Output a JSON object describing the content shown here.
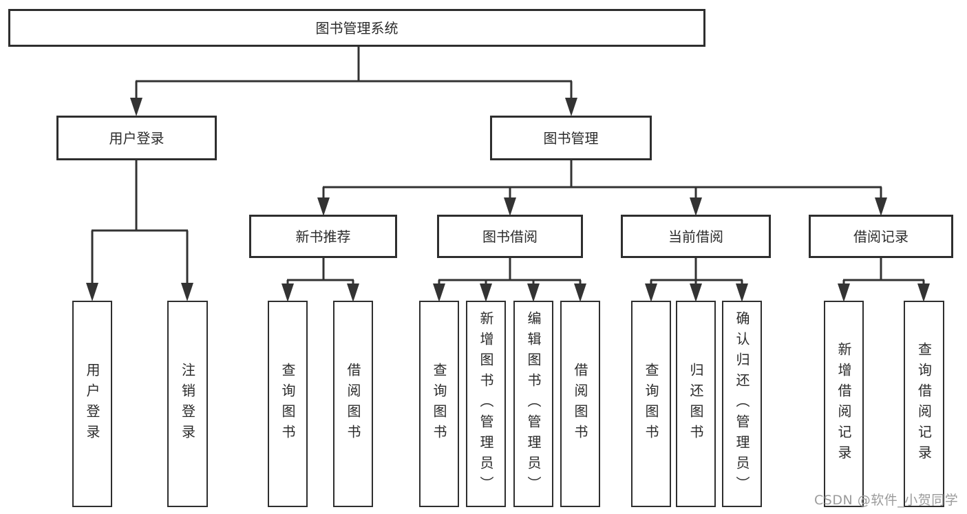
{
  "diagram": {
    "title": "图书管理系统",
    "user_login": {
      "label": "用户登录",
      "children": [
        {
          "label": "用户登录"
        },
        {
          "label": "注销登录"
        }
      ]
    },
    "book_management": {
      "label": "图书管理",
      "groups": [
        {
          "label": "新书推荐",
          "children": [
            {
              "label": "查询图书"
            },
            {
              "label": "借阅图书"
            }
          ]
        },
        {
          "label": "图书借阅",
          "children": [
            {
              "label": "查询图书"
            },
            {
              "label": "新增图书（管理员）"
            },
            {
              "label": "编辑图书（管理员）"
            },
            {
              "label": "借阅图书"
            }
          ]
        },
        {
          "label": "当前借阅",
          "children": [
            {
              "label": "查询图书"
            },
            {
              "label": "归还图书"
            },
            {
              "label": "确认归还（管理员）"
            }
          ]
        },
        {
          "label": "借阅记录",
          "children": [
            {
              "label": "新增借阅记录"
            },
            {
              "label": "查询借阅记录"
            }
          ]
        }
      ]
    }
  },
  "watermark": {
    "text": "CSDN @软件_小贺同学"
  },
  "colors": {
    "line": "#333333",
    "border": "#2e2e2e",
    "text": "#2b2b2b",
    "background": "#ffffff",
    "watermark_text": "#9b9b9b"
  }
}
